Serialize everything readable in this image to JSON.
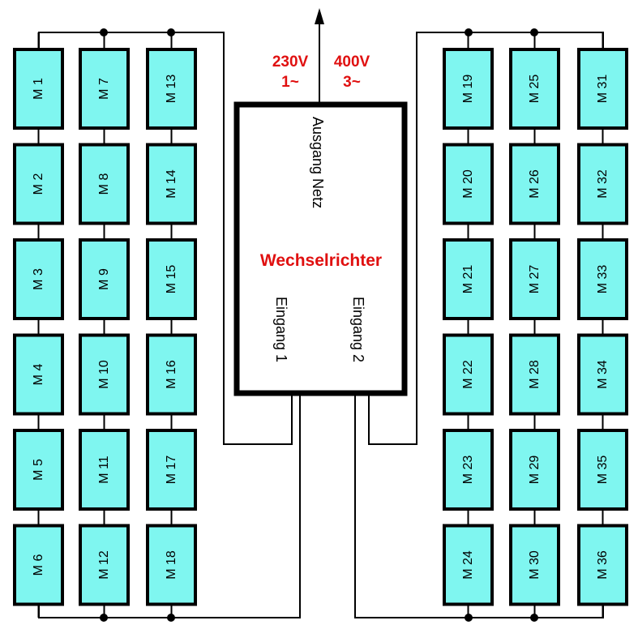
{
  "inverter": {
    "title": "Wechselrichter",
    "output_label": "Ausgang Netz",
    "input1_label": "Eingang 1",
    "input2_label": "Eingang 2"
  },
  "output": {
    "single_phase": {
      "voltage": "230V",
      "phase": "1~"
    },
    "three_phase": {
      "voltage": "400V",
      "phase": "3~"
    }
  },
  "colors": {
    "module_fill": "#7ff6f0",
    "highlight_text": "#e01010",
    "line": "#000000"
  },
  "modules": {
    "col1": [
      "M 1",
      "M 2",
      "M 3",
      "M 4",
      "M 5",
      "M 6"
    ],
    "col2": [
      "M 7",
      "M 8",
      "M 9",
      "M 10",
      "M 11",
      "M 12"
    ],
    "col3": [
      "M 13",
      "M 14",
      "M 15",
      "M 16",
      "M 17",
      "M 18"
    ],
    "col4": [
      "M 19",
      "M 20",
      "M 21",
      "M 22",
      "M 23",
      "M 24"
    ],
    "col5": [
      "M 25",
      "M 26",
      "M 27",
      "M 28",
      "M 29",
      "M 30"
    ],
    "col6": [
      "M 31",
      "M 32",
      "M 33",
      "M 34",
      "M 35",
      "M 36"
    ]
  }
}
